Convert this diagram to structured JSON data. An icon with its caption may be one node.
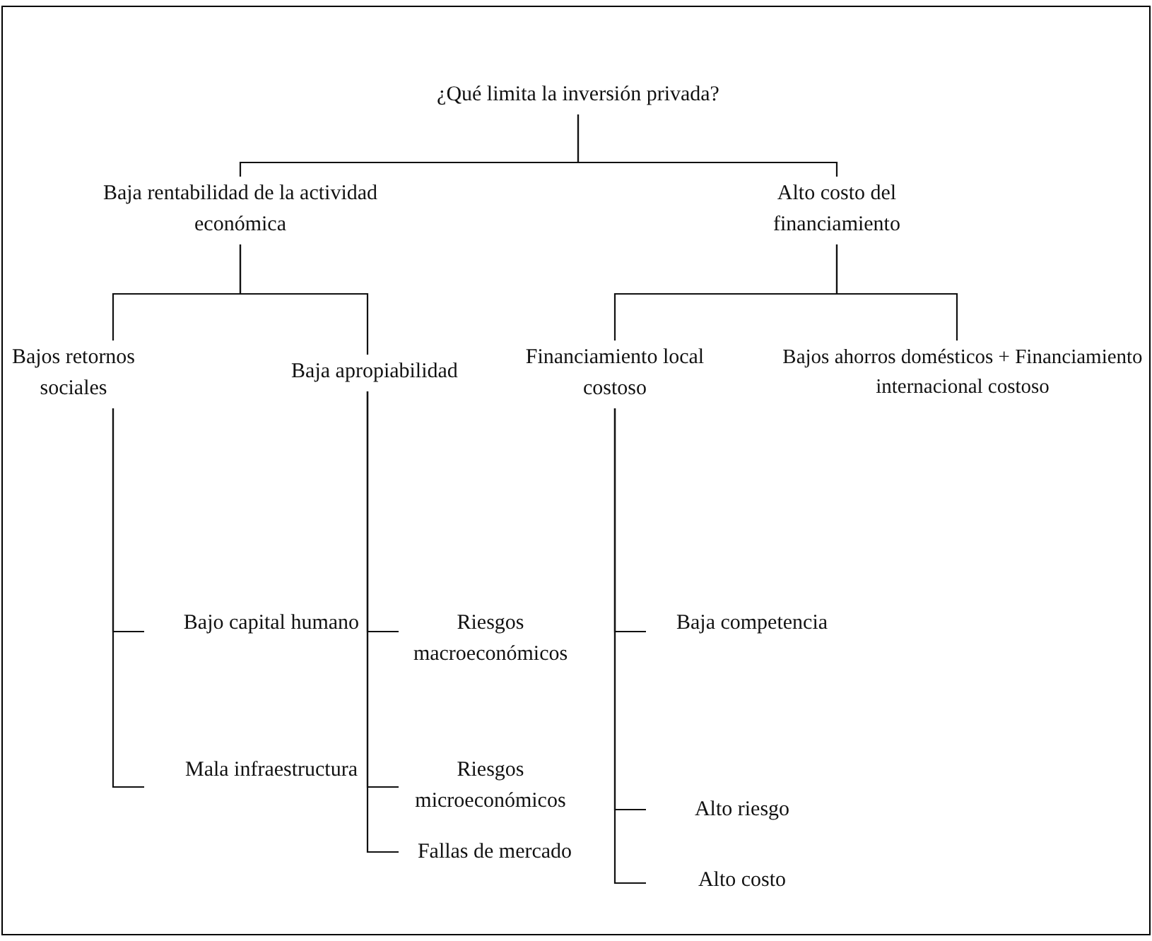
{
  "diagram": {
    "nodes": [
      {
        "text": [
          "¿Qué limita la inversión privada?"
        ]
      },
      {
        "text": [
          "Baja rentabilidad de la actividad económica"
        ]
      },
      {
        "text": [
          "Alto costo del financiamiento"
        ]
      },
      {
        "text": [
          "Bajos retornos sociales"
        ]
      },
      {
        "text": [
          "Baja apropiabilidad"
        ]
      },
      {
        "text": [
          "Financiamiento local costoso"
        ]
      },
      {
        "text": [
          "Bajos ahorros domésticos + Financiamiento internacional costoso"
        ]
      },
      {
        "text": [
          "Bajo capital humano"
        ]
      },
      {
        "text": [
          "Mala infraestructura"
        ]
      },
      {
        "text": [
          "Riesgos macroeconómicos"
        ]
      },
      {
        "text": [
          "Riesgos microeconómicos"
        ]
      },
      {
        "text": [
          "Fallas de mercado"
        ]
      },
      {
        "text": [
          "Baja competencia"
        ]
      },
      {
        "text": [
          "Alto riesgo"
        ]
      },
      {
        "text": [
          "Alto costo"
        ]
      }
    ],
    "edges": [
      {
        "from": 0,
        "to": 1,
        "arrow": "none"
      },
      {
        "from": 0,
        "to": 2,
        "arrow": "none"
      },
      {
        "from": 1,
        "to": 3,
        "arrow": "none"
      },
      {
        "from": 1,
        "to": 4,
        "arrow": "none"
      },
      {
        "from": 2,
        "to": 5,
        "arrow": "none"
      },
      {
        "from": 2,
        "to": 6,
        "arrow": "none"
      },
      {
        "from": 3,
        "to": 7,
        "arrow": "none"
      },
      {
        "from": 3,
        "to": 8,
        "arrow": "none"
      },
      {
        "from": 4,
        "to": 9,
        "arrow": "none"
      },
      {
        "from": 4,
        "to": 10,
        "arrow": "none"
      },
      {
        "from": 4,
        "to": 11,
        "arrow": "none"
      },
      {
        "from": 5,
        "to": 12,
        "arrow": "none"
      },
      {
        "from": 5,
        "to": 13,
        "arrow": "none"
      },
      {
        "from": 5,
        "to": 14,
        "arrow": "none"
      }
    ]
  }
}
